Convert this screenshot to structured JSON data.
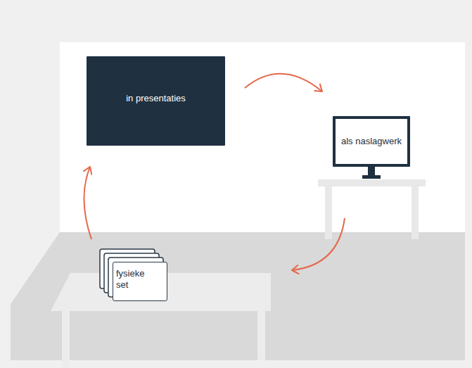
{
  "diagram": {
    "nodes": [
      {
        "text": [
          "in presentaties"
        ]
      },
      {
        "text": [
          "als naslagwerk"
        ]
      },
      {
        "text": [
          "fysieke set"
        ]
      }
    ],
    "edges": [
      {
        "from": 0,
        "to": 1,
        "arrow": "to"
      },
      {
        "from": 1,
        "to": 2,
        "arrow": "to"
      },
      {
        "from": 2,
        "to": 0,
        "arrow": "to"
      }
    ]
  }
}
